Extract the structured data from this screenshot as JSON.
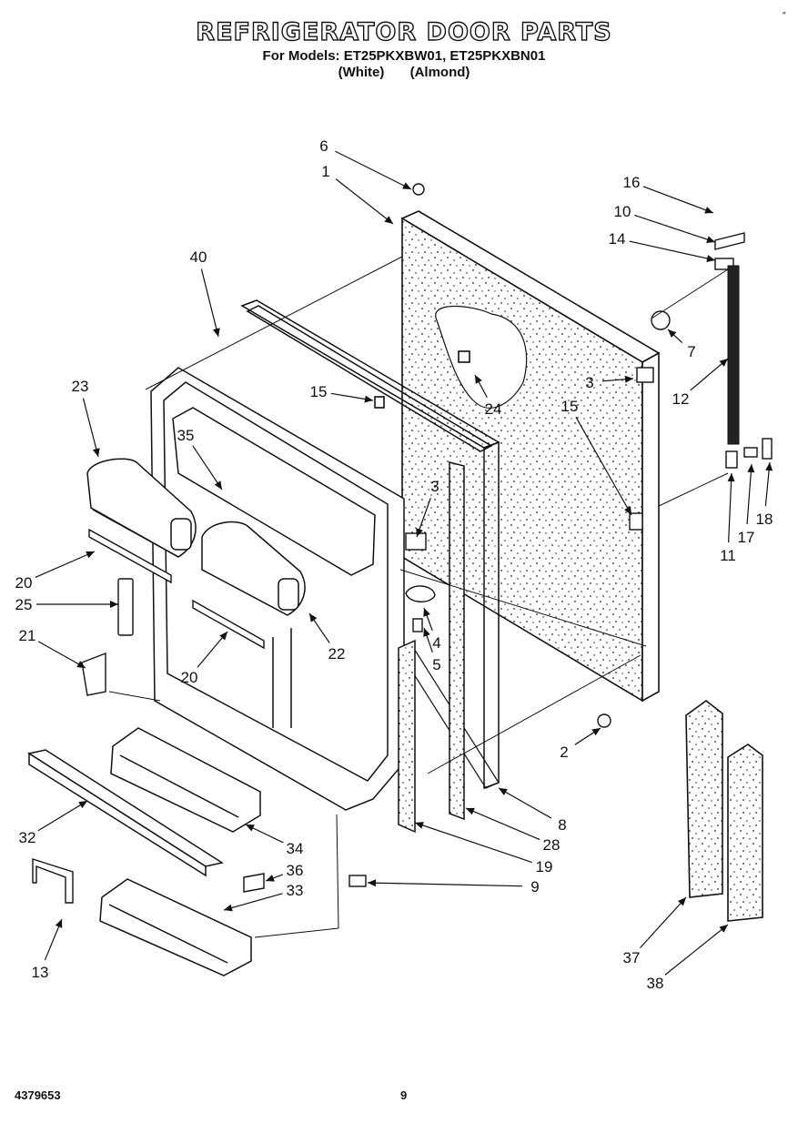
{
  "header": {
    "title": "REFRIGERATOR DOOR PARTS",
    "models_line": "For Models: ET25PKXBW01, ET25PKXBN01",
    "color_white": "(White)",
    "color_almond": "(Almond)"
  },
  "footer": {
    "document_number": "4379653",
    "page_number": "9"
  },
  "corner_mark": "″",
  "part_callouts": [
    "1",
    "2",
    "3",
    "3",
    "4",
    "5",
    "6",
    "7",
    "8",
    "9",
    "10",
    "11",
    "12",
    "13",
    "14",
    "15",
    "15",
    "16",
    "17",
    "18",
    "19",
    "20",
    "20",
    "21",
    "22",
    "23",
    "24",
    "25",
    "28",
    "32",
    "33",
    "34",
    "35",
    "36",
    "37",
    "38",
    "40"
  ]
}
